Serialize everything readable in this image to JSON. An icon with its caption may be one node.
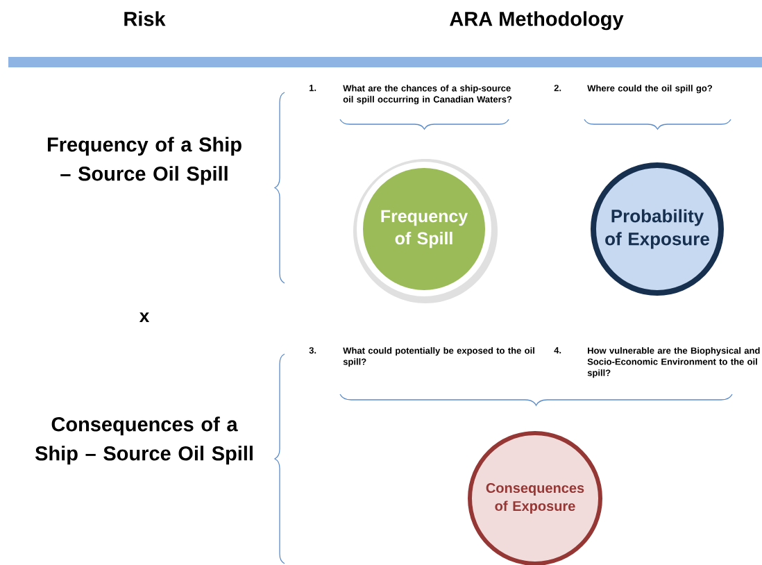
{
  "diagram": {
    "nodes": [
      {
        "text": [
          "Frequency of Spill"
        ]
      },
      {
        "text": [
          "Probability of Exposure"
        ]
      },
      {
        "text": [
          "Consequences of Exposure"
        ]
      }
    ],
    "labels": [
      "Risk",
      "ARA Methodology",
      "1.",
      "What are the chances of a ship-source oil spill occurring in Canadian Waters?",
      "2.",
      "Where could the oil spill go?",
      "Frequency of a Ship – Source Oil Spill",
      "x",
      "3.",
      "What could potentially be exposed to the oil spill?",
      "4.",
      "How vulnerable are the Biophysical and Socio-Economic Environment to the oil spill?",
      "Consequences of a Ship – Source Oil Spill"
    ]
  }
}
